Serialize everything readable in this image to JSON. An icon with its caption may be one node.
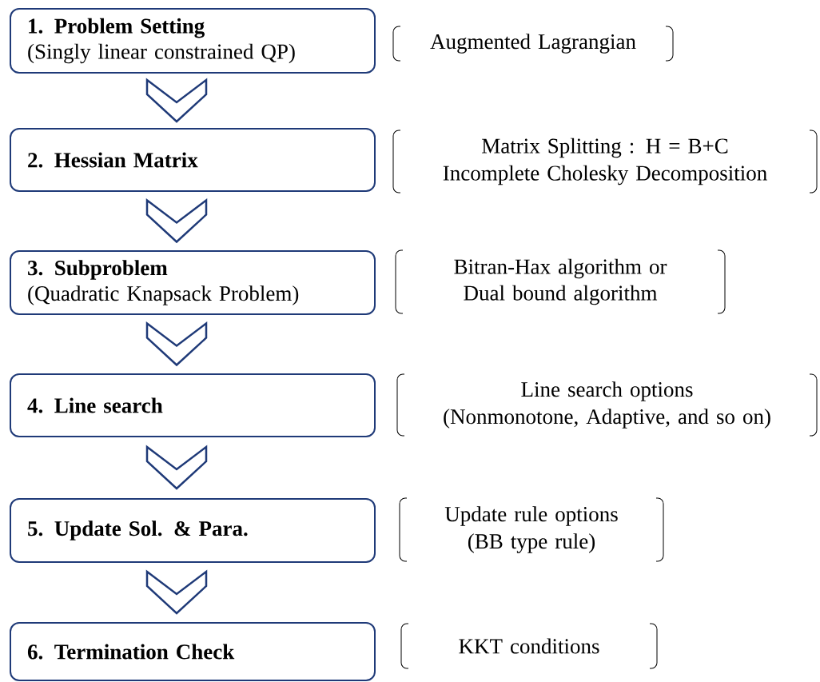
{
  "diagram": {
    "nodes": [
      {
        "text": [
          "1. Problem Setting",
          "(Singly linear constrained QP)"
        ],
        "beside": [
          "Augmented Lagrangian"
        ]
      },
      {
        "text": [
          "2. Hessian Matrix"
        ],
        "beside": [
          "Matrix Splitting : H = B+C",
          "Incomplete Cholesky Decomposition"
        ]
      },
      {
        "text": [
          "3. Subproblem",
          "(Quadratic Knapsack Problem)"
        ],
        "beside": [
          "Bitran-Hax algorithm or Dual bound algorithm"
        ]
      },
      {
        "text": [
          "4. Line search"
        ],
        "beside": [
          "Line search options",
          "(Nonmonotone, Adaptive, and so on)"
        ]
      },
      {
        "text": [
          "5. Update Sol. & Para."
        ],
        "beside": [
          "Update rule options",
          "(BB type rule)"
        ]
      },
      {
        "text": [
          "6. Termination Check"
        ],
        "beside": [
          "KKT conditions"
        ]
      }
    ],
    "edges": [
      {
        "from": 0,
        "to": 1,
        "arrow": "to"
      },
      {
        "from": 1,
        "to": 2,
        "arrow": "to"
      },
      {
        "from": 2,
        "to": 3,
        "arrow": "to"
      },
      {
        "from": 3,
        "to": 4,
        "arrow": "to"
      },
      {
        "from": 4,
        "to": 5,
        "arrow": "to"
      }
    ]
  }
}
